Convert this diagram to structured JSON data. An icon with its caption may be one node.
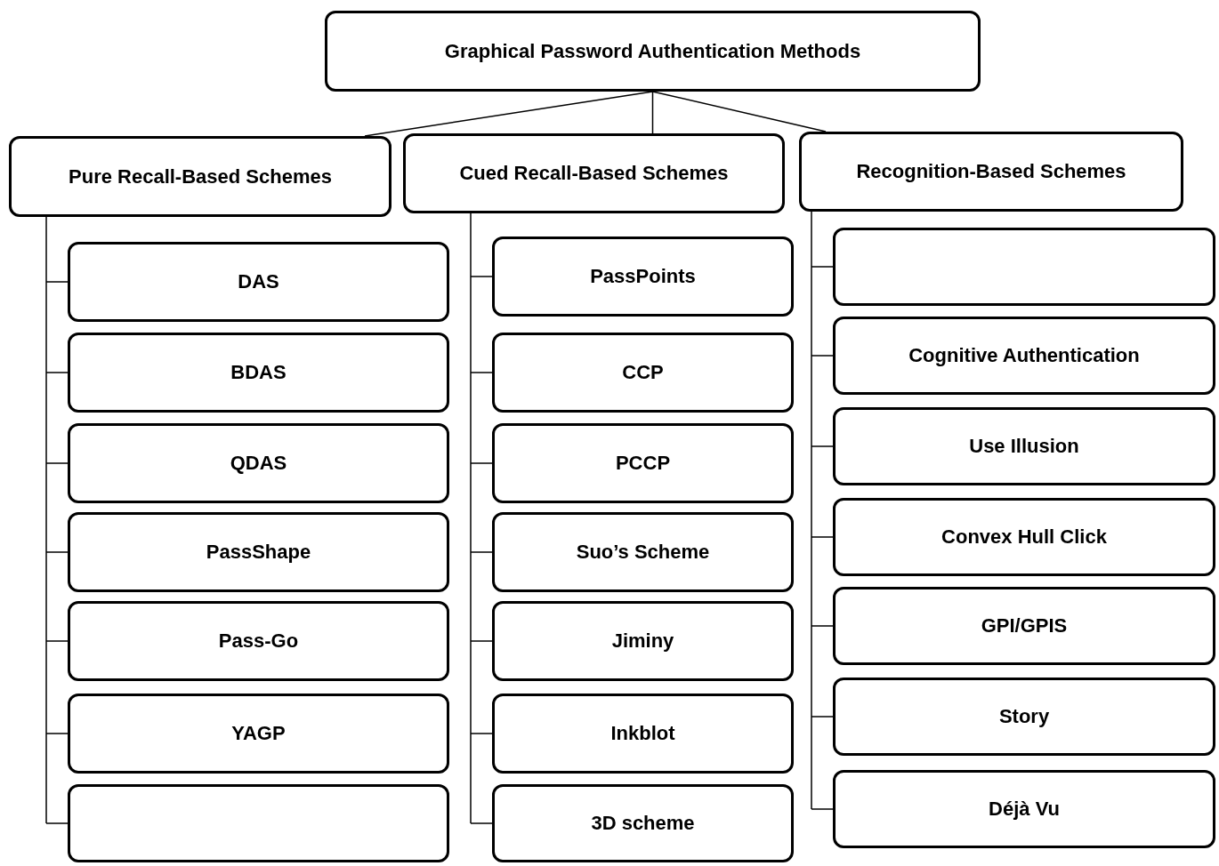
{
  "diagram": {
    "nodes": [
      {
        "text": [
          "Graphical Password Authentication Methods"
        ]
      },
      {
        "text": [
          "Pure Recall-Based Schemes"
        ]
      },
      {
        "text": [
          "Cued Recall-Based Schemes"
        ]
      },
      {
        "text": [
          "Recognition-Based Schemes"
        ]
      },
      {
        "text": [
          "DAS"
        ]
      },
      {
        "text": [
          "BDAS"
        ]
      },
      {
        "text": [
          "QDAS"
        ]
      },
      {
        "text": [
          "PassShape"
        ]
      },
      {
        "text": [
          "Pass-Go"
        ]
      },
      {
        "text": [
          "YAGP"
        ]
      },
      {
        "text": [],
        "shape": "box"
      },
      {
        "text": [
          "PassPoints"
        ]
      },
      {
        "text": [
          "CCP"
        ]
      },
      {
        "text": [
          "PCCP"
        ]
      },
      {
        "text": [
          "Suo’s Scheme"
        ]
      },
      {
        "text": [
          "Jiminy"
        ]
      },
      {
        "text": [
          "Inkblot"
        ]
      },
      {
        "text": [
          "3D scheme"
        ]
      },
      {
        "text": [],
        "shape": "box"
      },
      {
        "text": [
          "Cognitive Authentication"
        ]
      },
      {
        "text": [
          "Use Illusion"
        ]
      },
      {
        "text": [
          "Convex Hull Click"
        ]
      },
      {
        "text": [
          "GPI/GPIS"
        ]
      },
      {
        "text": [
          "Story"
        ]
      },
      {
        "text": [
          "Déjà Vu"
        ]
      }
    ],
    "edges": [
      {
        "from": 0,
        "to": 1,
        "arrow": "none"
      },
      {
        "from": 0,
        "to": 2,
        "arrow": "none"
      },
      {
        "from": 0,
        "to": 3,
        "arrow": "none"
      },
      {
        "from": 1,
        "to": 4,
        "arrow": "none"
      },
      {
        "from": 1,
        "to": 5,
        "arrow": "none"
      },
      {
        "from": 1,
        "to": 6,
        "arrow": "none"
      },
      {
        "from": 1,
        "to": 7,
        "arrow": "none"
      },
      {
        "from": 1,
        "to": 8,
        "arrow": "none"
      },
      {
        "from": 1,
        "to": 9,
        "arrow": "none"
      },
      {
        "from": 1,
        "to": 10,
        "arrow": "none"
      },
      {
        "from": 2,
        "to": 11,
        "arrow": "none"
      },
      {
        "from": 2,
        "to": 12,
        "arrow": "none"
      },
      {
        "from": 2,
        "to": 13,
        "arrow": "none"
      },
      {
        "from": 2,
        "to": 14,
        "arrow": "none"
      },
      {
        "from": 2,
        "to": 15,
        "arrow": "none"
      },
      {
        "from": 2,
        "to": 16,
        "arrow": "none"
      },
      {
        "from": 2,
        "to": 17,
        "arrow": "none"
      },
      {
        "from": 3,
        "to": 18,
        "arrow": "none"
      },
      {
        "from": 3,
        "to": 19,
        "arrow": "none"
      },
      {
        "from": 3,
        "to": 20,
        "arrow": "none"
      },
      {
        "from": 3,
        "to": 21,
        "arrow": "none"
      },
      {
        "from": 3,
        "to": 22,
        "arrow": "none"
      },
      {
        "from": 3,
        "to": 23,
        "arrow": "none"
      },
      {
        "from": 3,
        "to": 24,
        "arrow": "none"
      }
    ]
  }
}
